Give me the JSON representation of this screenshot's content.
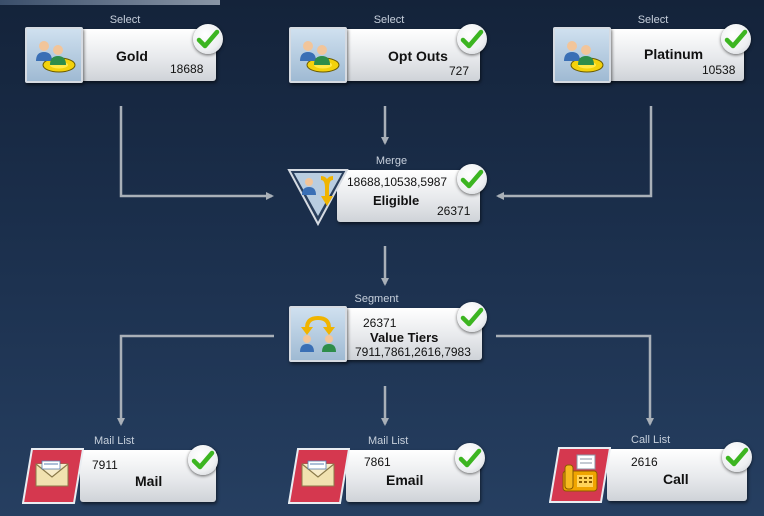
{
  "nodes": {
    "gold": {
      "caption": "Select",
      "name": "Gold",
      "count": "18688"
    },
    "optouts": {
      "caption": "Select",
      "name": "Opt Outs",
      "count": "727"
    },
    "platinum": {
      "caption": "Select",
      "name": "Platinum",
      "count": "10538"
    },
    "merge": {
      "caption": "Merge",
      "name": "Eligible",
      "inputs": "18688,10538,5987",
      "count": "26371"
    },
    "segment": {
      "caption": "Segment",
      "name": "Value Tiers",
      "input": "26371",
      "outputs": "7911,7861,2616,7983"
    },
    "mail": {
      "caption": "Mail List",
      "name": "Mail",
      "count": "7911"
    },
    "email": {
      "caption": "Mail List",
      "name": "Email",
      "count": "7861"
    },
    "call": {
      "caption": "Call List",
      "name": "Call",
      "count": "2616"
    }
  },
  "icons": {
    "select": "users-select-icon",
    "merge": "merge-icon",
    "segment": "segment-split-icon",
    "mail": "envelope-icon",
    "call": "telephone-icon",
    "status": "checkmark-icon"
  },
  "colors": {
    "background": "#1b2f4c",
    "connector": "#a9b0b8",
    "check": "#3cb521",
    "list_tile": "#d5384f"
  }
}
